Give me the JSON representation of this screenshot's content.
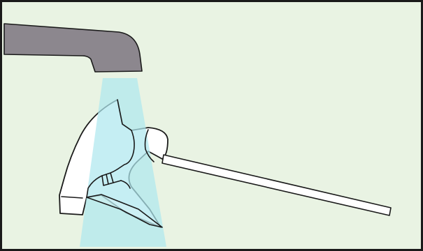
{
  "scene": {
    "colors": {
      "background": "#e9f3e3",
      "border": "#1a1a1a",
      "faucet": "#8c878e",
      "water_stream": "#aee7ee",
      "nozzle_body": "#ffffff",
      "outline": "#1a1a1a"
    },
    "objects": [
      "faucet",
      "water-stream",
      "spray-nozzle",
      "feed-tube"
    ]
  }
}
